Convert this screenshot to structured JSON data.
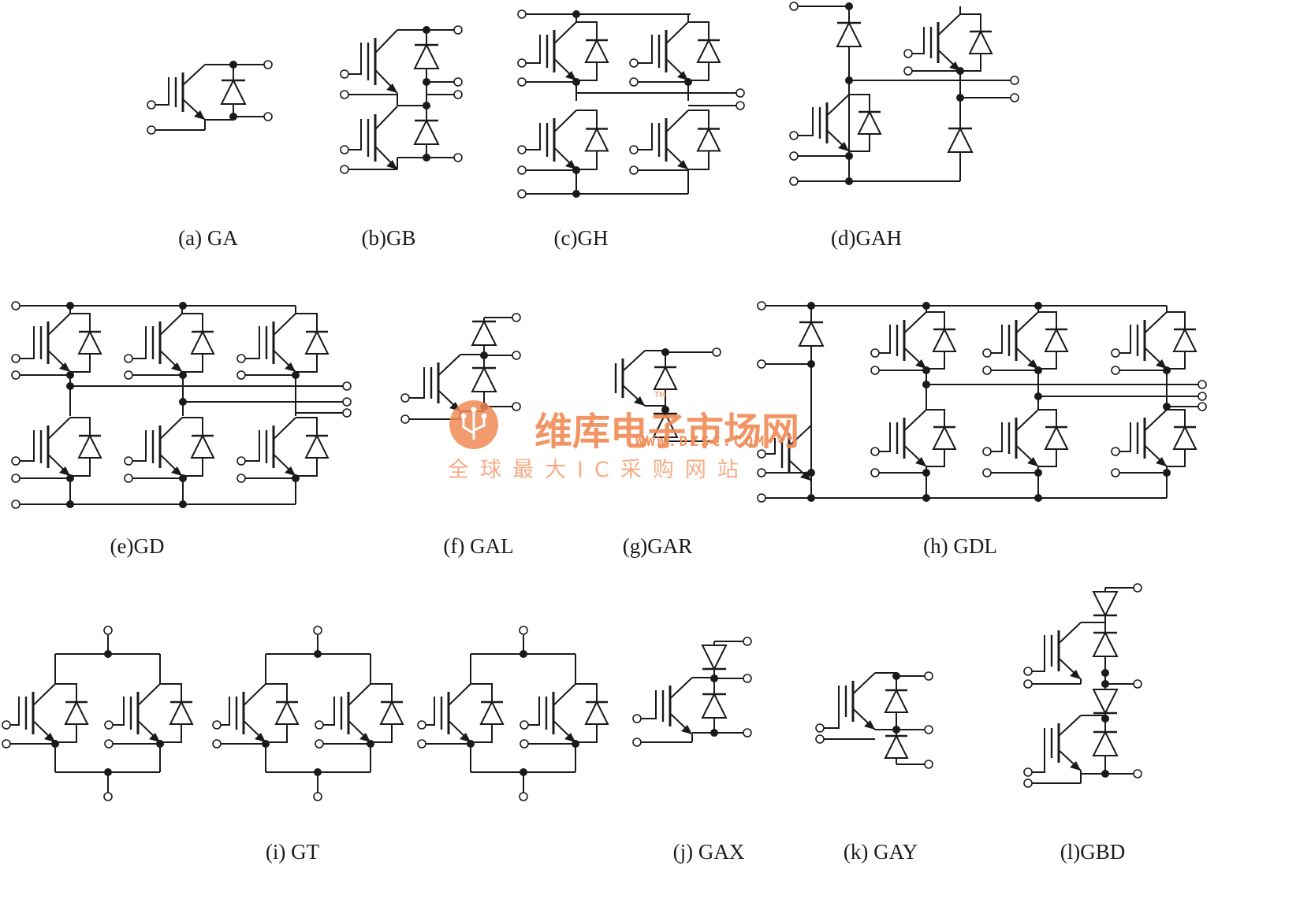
{
  "colors": {
    "line": "#1a1a1a",
    "watermark": "#f08a55",
    "background": "#ffffff"
  },
  "captions": {
    "a": "(a) GA",
    "b": "(b)GB",
    "c": "(c)GH",
    "d": "(d)GAH",
    "e": "(e)GD",
    "f": "(f) GAL",
    "g": "(g)GAR",
    "h": "(h) GDL",
    "i": "(i) GT",
    "j": "(j) GAX",
    "k": "(k) GAY",
    "l": "(l)GBD"
  },
  "watermark": {
    "title": "维库电子市场网",
    "url": "WWW.DZSC.COM",
    "tagline": "全球最大IC采购网站",
    "tm": "TM",
    "logo": "circuit-board-logo"
  }
}
